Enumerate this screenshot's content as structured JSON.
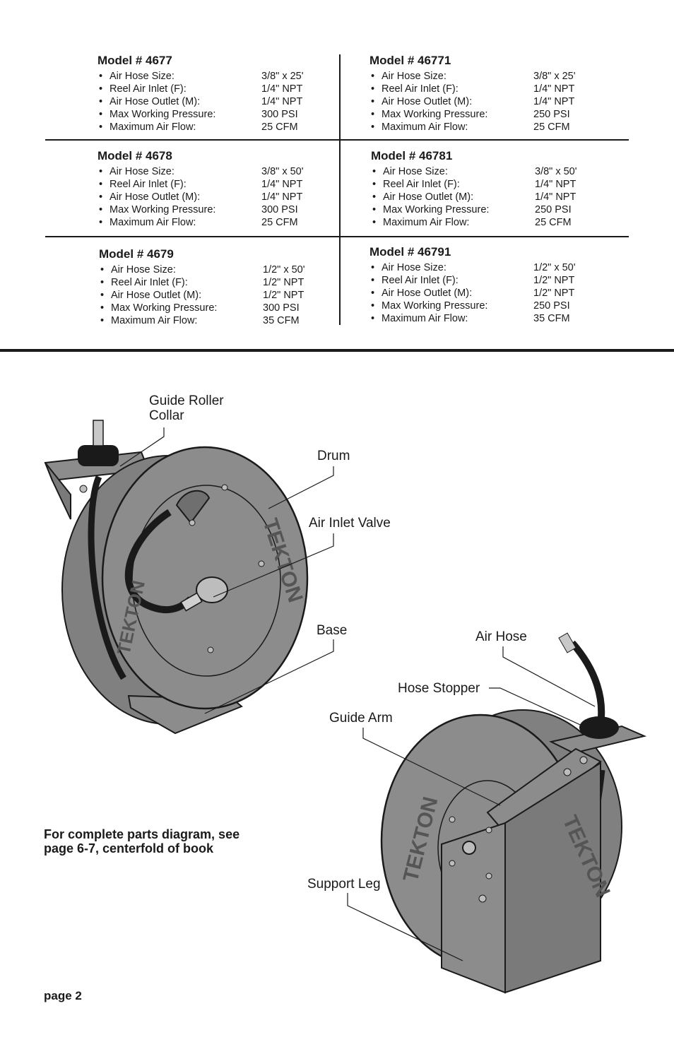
{
  "models": [
    {
      "title": "Model #  4677",
      "rows": [
        {
          "label": "Air Hose Size:",
          "value": "3/8\" x 25'"
        },
        {
          "label": "Reel Air Inlet (F):",
          "value": "1/4\" NPT"
        },
        {
          "label": "Air Hose Outlet (M):",
          "value": "1/4\" NPT"
        },
        {
          "label": "Max Working Pressure:",
          "value": "300 PSI"
        },
        {
          "label": "Maximum Air Flow:",
          "value": "25 CFM"
        }
      ]
    },
    {
      "title": "Model #  46771",
      "rows": [
        {
          "label": "Air Hose Size:",
          "value": "3/8\" x 25'"
        },
        {
          "label": "Reel Air Inlet (F):",
          "value": "1/4\" NPT"
        },
        {
          "label": "Air Hose Outlet (M):",
          "value": "1/4\" NPT"
        },
        {
          "label": "Max Working Pressure:",
          "value": "250 PSI"
        },
        {
          "label": "Maximum Air Flow:",
          "value": "25 CFM"
        }
      ]
    },
    {
      "title": "Model #  4678",
      "rows": [
        {
          "label": "Air Hose Size:",
          "value": "3/8\" x 50'"
        },
        {
          "label": "Reel Air Inlet (F):",
          "value": "1/4\" NPT"
        },
        {
          "label": "Air Hose Outlet (M):",
          "value": "1/4\" NPT"
        },
        {
          "label": "Max Working Pressure:",
          "value": "300 PSI"
        },
        {
          "label": "Maximum Air Flow:",
          "value": "25 CFM"
        }
      ]
    },
    {
      "title": "Model #  46781",
      "rows": [
        {
          "label": "Air Hose Size:",
          "value": "3/8\" x 50'"
        },
        {
          "label": "Reel Air Inlet (F):",
          "value": "1/4\" NPT"
        },
        {
          "label": "Air Hose Outlet (M):",
          "value": "1/4\" NPT"
        },
        {
          "label": "Max Working Pressure:",
          "value": "250 PSI"
        },
        {
          "label": "Maximum Air Flow:",
          "value": "25 CFM"
        }
      ]
    },
    {
      "title": "Model #  4679",
      "rows": [
        {
          "label": "Air Hose Size:",
          "value": "1/2\" x 50'"
        },
        {
          "label": "Reel Air Inlet (F):",
          "value": "1/2\" NPT"
        },
        {
          "label": "Air Hose Outlet (M):",
          "value": "1/2\" NPT"
        },
        {
          "label": "Max Working Pressure:",
          "value": "300 PSI"
        },
        {
          "label": "Maximum Air Flow:",
          "value": "35 CFM"
        }
      ]
    },
    {
      "title": "Model #  46791",
      "rows": [
        {
          "label": "Air Hose Size:",
          "value": "1/2\" x 50'"
        },
        {
          "label": "Reel Air Inlet (F):",
          "value": "1/2\" NPT"
        },
        {
          "label": "Air Hose Outlet (M):",
          "value": "1/2\" NPT"
        },
        {
          "label": "Max Working Pressure:",
          "value": "250 PSI"
        },
        {
          "label": "Maximum Air Flow:",
          "value": "35 CFM"
        }
      ]
    }
  ],
  "bullet": "•",
  "labels": {
    "guide_roller_collar_1": "Guide Roller",
    "guide_roller_collar_2": "Collar",
    "drum": "Drum",
    "air_inlet_valve": "Air Inlet Valve",
    "base": "Base",
    "air_hose": "Air Hose",
    "hose_stopper": "Hose Stopper",
    "guide_arm": "Guide Arm",
    "support_leg": "Support Leg"
  },
  "brand_mark": "TEKTON",
  "note_line1": "For complete parts diagram, see",
  "note_line2": "page 6-7, centerfold of book",
  "page_number": "page 2",
  "colors": {
    "reel_gray": "#8c8c8c",
    "hose_black": "#1a1a1a"
  }
}
